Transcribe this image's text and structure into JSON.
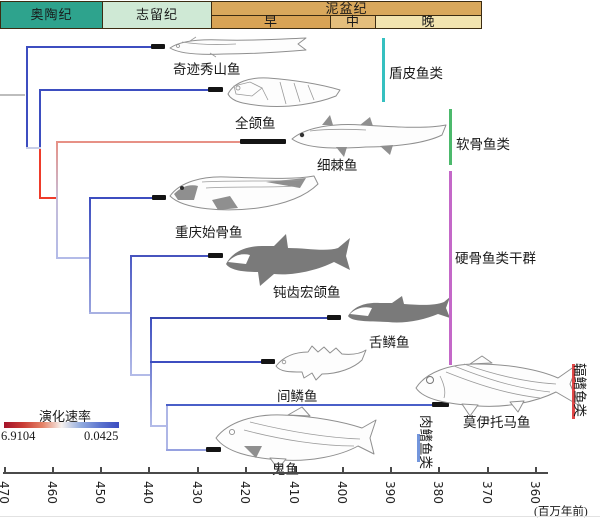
{
  "figure": {
    "unit_label": "(百万年前)"
  },
  "timescale": {
    "periods": [
      {
        "label": "奥陶纪",
        "color": "#2EA38D"
      },
      {
        "label": "志留纪",
        "color": "#CFE9D5"
      },
      {
        "label": "泥盆纪",
        "color": "#D9A85C"
      }
    ],
    "devonian_epochs": [
      {
        "label": "早",
        "color": "#D8A355"
      },
      {
        "label": "中",
        "color": "#E4BE7C"
      },
      {
        "label": "晚",
        "color": "#F2E4B0"
      }
    ]
  },
  "taxa": [
    {
      "name": "奇迹秀山鱼"
    },
    {
      "name": "全颌鱼"
    },
    {
      "name": "细棘鱼"
    },
    {
      "name": "重庆始骨鱼"
    },
    {
      "name": "钝齿宏颌鱼"
    },
    {
      "name": "舌鳞鱼"
    },
    {
      "name": "间鳞鱼"
    },
    {
      "name": "莫伊托马鱼"
    },
    {
      "name": "鬼鱼"
    }
  ],
  "clades": [
    {
      "label": "盾皮鱼类",
      "color": "#35C0C0"
    },
    {
      "label": "软骨鱼类",
      "color": "#4CB96C"
    },
    {
      "label": "硬骨鱼类干群",
      "color": "#C468C8"
    },
    {
      "label": "辐鳍鱼类",
      "color": "#E04848"
    },
    {
      "label": "肉鳍鱼类",
      "color": "#7396DC"
    }
  ],
  "legend": {
    "title": "演化速率",
    "max_value": "6.9104",
    "min_value": "0.0425",
    "high_color": "#B40426",
    "low_color": "#3B4CC0"
  },
  "axis": {
    "ticks": [
      "470",
      "460",
      "450",
      "440",
      "430",
      "420",
      "410",
      "400",
      "390",
      "380",
      "370",
      "360"
    ]
  }
}
